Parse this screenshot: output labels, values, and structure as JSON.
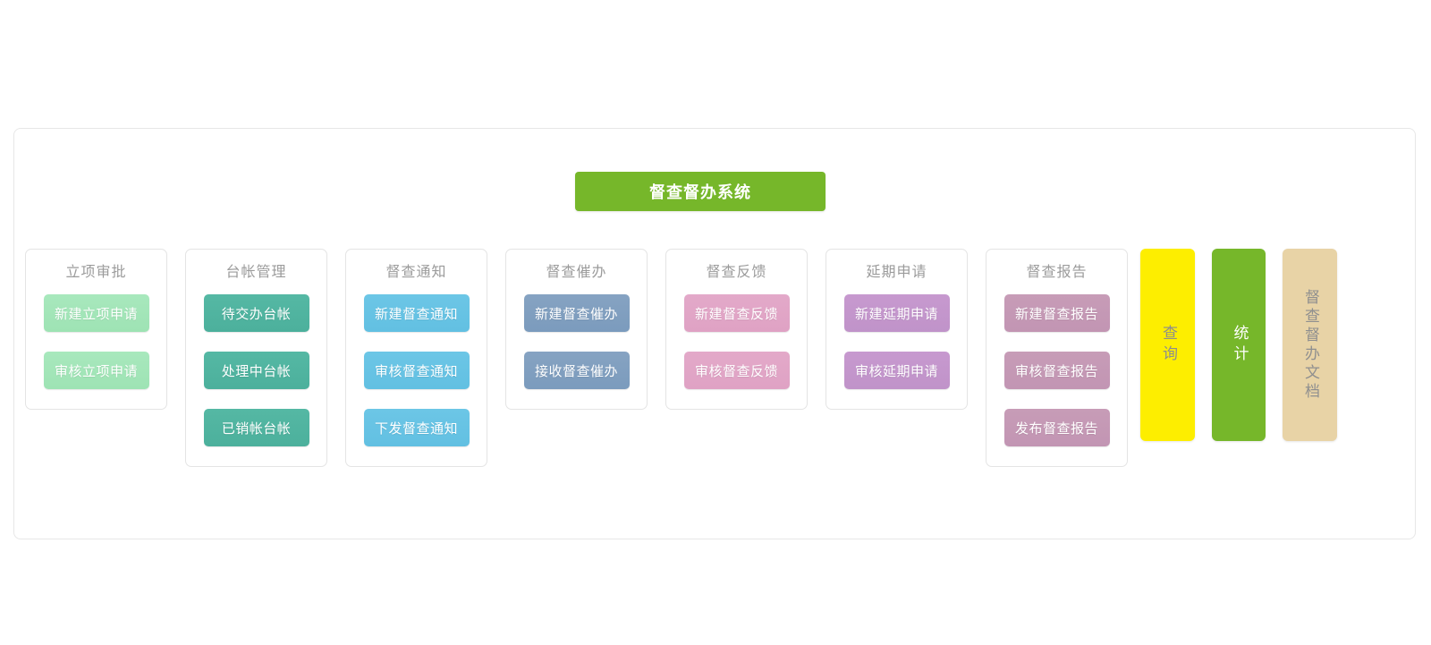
{
  "header": {
    "system_title": "督查督办系统"
  },
  "modules": [
    {
      "id": "project-approval",
      "title": "立项审批",
      "color": "#a4e6b9",
      "buttons": [
        {
          "id": "new-project-application",
          "label": "新建立项申请"
        },
        {
          "id": "review-project-application",
          "label": "审核立项申请"
        }
      ]
    },
    {
      "id": "ledger-management",
      "title": "台帐管理",
      "color": "#4eb2a0",
      "buttons": [
        {
          "id": "pending-assignment-ledger",
          "label": "待交办台帐"
        },
        {
          "id": "in-process-ledger",
          "label": "处理中台帐"
        },
        {
          "id": "closed-ledger",
          "label": "已销帐台帐"
        }
      ]
    },
    {
      "id": "supervision-notice",
      "title": "督查通知",
      "color": "#64c1e3",
      "buttons": [
        {
          "id": "new-supervision-notice",
          "label": "新建督查通知"
        },
        {
          "id": "review-supervision-notice",
          "label": "审核督查通知"
        },
        {
          "id": "issue-supervision-notice",
          "label": "下发督查通知"
        }
      ]
    },
    {
      "id": "supervision-reminder",
      "title": "督查催办",
      "color": "#7b9bbd",
      "buttons": [
        {
          "id": "new-supervision-reminder",
          "label": "新建督查催办"
        },
        {
          "id": "receive-supervision-reminder",
          "label": "接收督查催办"
        }
      ]
    },
    {
      "id": "supervision-feedback",
      "title": "督查反馈",
      "color": "#dfa2c4",
      "buttons": [
        {
          "id": "new-supervision-feedback",
          "label": "新建督查反馈"
        },
        {
          "id": "review-supervision-feedback",
          "label": "审核督查反馈"
        }
      ]
    },
    {
      "id": "extension-application",
      "title": "延期申请",
      "color": "#c093c9",
      "buttons": [
        {
          "id": "new-extension-application",
          "label": "新建延期申请"
        },
        {
          "id": "review-extension-application",
          "label": "审核延期申请"
        }
      ]
    },
    {
      "id": "supervision-report",
      "title": "督查报告",
      "color": "#c295b3",
      "buttons": [
        {
          "id": "new-supervision-report",
          "label": "新建督查报告"
        },
        {
          "id": "review-supervision-report",
          "label": "审核督查报告"
        },
        {
          "id": "publish-supervision-report",
          "label": "发布督查报告"
        }
      ]
    }
  ],
  "side_buttons": [
    {
      "id": "query",
      "label": "查询",
      "color": "#fdee00"
    },
    {
      "id": "statistics",
      "label": "统计",
      "color": "#76b72a"
    },
    {
      "id": "supervision-document",
      "label": "督查督办文档",
      "color": "#e8d3a6"
    }
  ]
}
